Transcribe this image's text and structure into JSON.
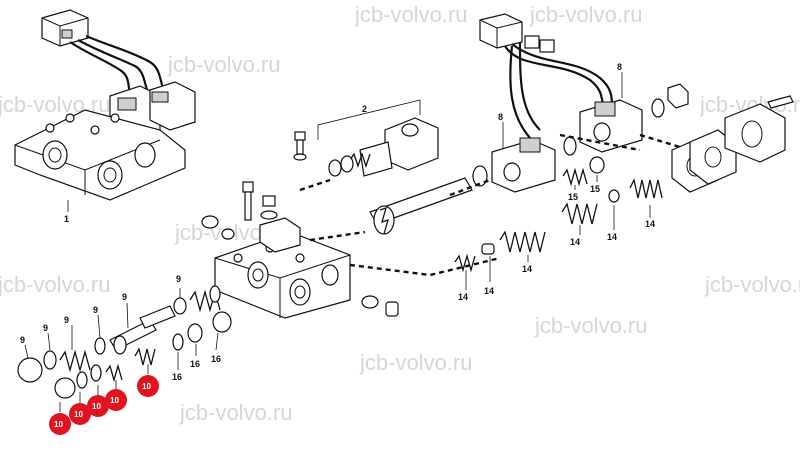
{
  "watermark": "jcb-volvo.ru",
  "labels": {
    "l1": "1",
    "l2": "2",
    "l8a": "8",
    "l8b": "8",
    "l9a": "9",
    "l9b": "9",
    "l9c": "9",
    "l9d": "9",
    "l9e": "9",
    "l9f": "9",
    "l14a": "14",
    "l14b": "14",
    "l14c": "14",
    "l14d": "14",
    "l14e": "14",
    "l14f": "14",
    "l15a": "15",
    "l15b": "15",
    "l16a": "16",
    "l16b": "16",
    "l16c": "16",
    "l10a": "10",
    "l10b": "10",
    "l10c": "10",
    "l10d": "10",
    "l10e": "10"
  },
  "colors": {
    "highlight": "#e0141e",
    "ink": "#111111",
    "watermark": "#d6d6d6"
  }
}
